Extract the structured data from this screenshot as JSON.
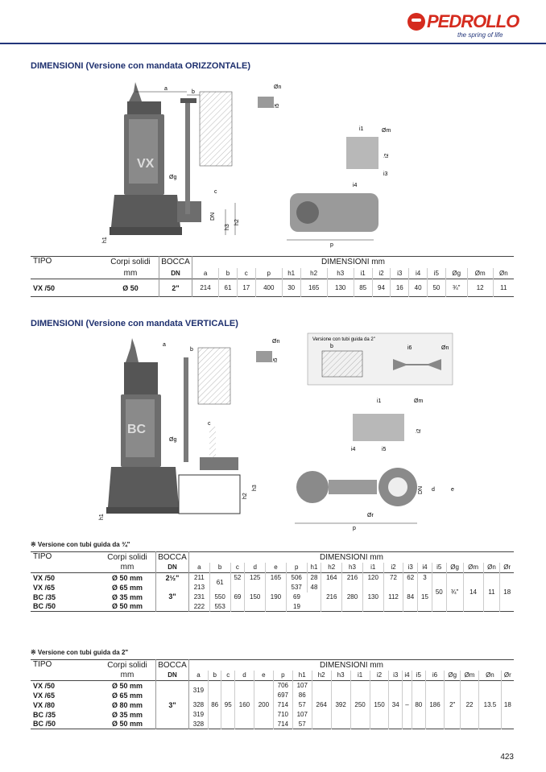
{
  "brand": {
    "name": "PEDROLLO",
    "tagline": "the spring of life"
  },
  "page_number": "423",
  "sections": {
    "horizontal": {
      "title": "DIMENSIONI (Versione con mandata ORIZZONTALE)",
      "pump_label": "VX",
      "drawing_labels": {
        "a": "a",
        "b": "b",
        "c": "c",
        "dn": "DN",
        "h1": "h1",
        "h2": "h2",
        "h3": "h3",
        "p": "p",
        "og": "Øg",
        "on": "Øn",
        "om": "Øm",
        "i1": "i1",
        "i2": "i2",
        "i3": "i3",
        "i4": "i4",
        "i5": "i5"
      },
      "table": {
        "h_tipo": "TIPO",
        "h_corpi": "Corpi solidi",
        "h_corpi_unit": "mm",
        "h_bocca": "BOCCA",
        "h_bocca_unit": "DN",
        "h_dim": "DIMENSIONI mm",
        "columns": [
          "a",
          "b",
          "c",
          "p",
          "h1",
          "h2",
          "h3",
          "i1",
          "i2",
          "i3",
          "i4",
          "i5",
          "Øg",
          "Øm",
          "Øn"
        ],
        "row": {
          "tipo": "VX /50",
          "corpi": "Ø 50",
          "bocca": "2\"",
          "values": [
            "214",
            "61",
            "17",
            "400",
            "30",
            "165",
            "130",
            "85",
            "94",
            "16",
            "40",
            "50",
            "¾\"",
            "12",
            "11"
          ]
        }
      }
    },
    "vertical": {
      "title": "DIMENSIONI (Versione con mandata VERTICALE)",
      "pump_label": "BC",
      "inset_label": "Versione con tubi guida da 2\"",
      "drawing_labels": {
        "a": "a",
        "b": "b",
        "c": "c",
        "d": "d",
        "e": "e",
        "dn": "DN",
        "h1": "h1",
        "h2": "h2",
        "h3": "h3",
        "p": "p",
        "og": "Øg",
        "on": "Øn",
        "om": "Øm",
        "or": "Ør",
        "i1": "i1",
        "i2": "i2",
        "i4": "i4",
        "i5": "i5",
        "i6": "i6"
      },
      "table1": {
        "note": "※ Versione con tubi guida da ¾\"",
        "h_tipo": "TIPO",
        "h_corpi": "Corpi solidi",
        "h_corpi_unit": "mm",
        "h_bocca": "BOCCA",
        "h_bocca_unit": "DN",
        "h_dim": "DIMENSIONI mm",
        "columns": [
          "a",
          "b",
          "c",
          "d",
          "e",
          "p",
          "h1",
          "h2",
          "h3",
          "i1",
          "i2",
          "i3",
          "i4",
          "i5",
          "Øg",
          "Øm",
          "Øn",
          "Ør"
        ],
        "types": [
          "VX /50",
          "VX /65",
          "BC /35",
          "BC /50"
        ],
        "solids": [
          "Ø 50 mm",
          "Ø 65 mm",
          "Ø 35 mm",
          "Ø 50 mm"
        ],
        "bocca_top": "2½\"",
        "bocca_bottom": "3\"",
        "a_vals": [
          "211",
          "213",
          "231",
          "222"
        ],
        "b_val": "61",
        "c_vals": [
          "52",
          "69"
        ],
        "d_vals": [
          "125",
          "150"
        ],
        "e_vals": [
          "165",
          "190"
        ],
        "p_vals": [
          "506",
          "537",
          "550",
          "553"
        ],
        "h1_vals": [
          "28",
          "48",
          "69",
          "19"
        ],
        "h2_vals": [
          "164",
          "216"
        ],
        "h3_vals": [
          "216",
          "280"
        ],
        "i1_vals": [
          "120",
          "130"
        ],
        "i2_vals": [
          "72",
          "112"
        ],
        "i3_vals": [
          "62",
          "84"
        ],
        "i4_vals": [
          "3",
          "15"
        ],
        "shared": {
          "i5": "50",
          "og": "¾\"",
          "om": "14",
          "on": "11",
          "or": "18"
        }
      },
      "table2": {
        "note": "※ Versione con tubi guida da 2\"",
        "h_tipo": "TIPO",
        "h_corpi": "Corpi solidi",
        "h_corpi_unit": "mm",
        "h_bocca": "BOCCA",
        "h_bocca_unit": "DN",
        "h_dim": "DIMENSIONI mm",
        "columns": [
          "a",
          "b",
          "c",
          "d",
          "e",
          "p",
          "h1",
          "h2",
          "h3",
          "i1",
          "i2",
          "i3",
          "i4",
          "i5",
          "i6",
          "Øg",
          "Øm",
          "Øn",
          "Ør"
        ],
        "types": [
          "VX /50",
          "VX /65",
          "VX /80",
          "BC /35",
          "BC /50"
        ],
        "solids": [
          "Ø 50 mm",
          "Ø 65 mm",
          "Ø 80 mm",
          "Ø 35 mm",
          "Ø 50 mm"
        ],
        "bocca": "3\"",
        "a_vals": [
          "319",
          "328",
          "319",
          "328"
        ],
        "p_vals": [
          "706",
          "697",
          "714",
          "710",
          "714"
        ],
        "h1_vals": [
          "107",
          "86",
          "57",
          "107",
          "57"
        ],
        "shared": {
          "b": "86",
          "c": "95",
          "d": "160",
          "e": "200",
          "h2": "264",
          "h3": "392",
          "i1": "250",
          "i2": "150",
          "i3": "34",
          "i4": "–",
          "i5": "80",
          "i6": "186",
          "og": "2\"",
          "om": "22",
          "on": "13.5",
          "or": "18"
        }
      }
    }
  }
}
